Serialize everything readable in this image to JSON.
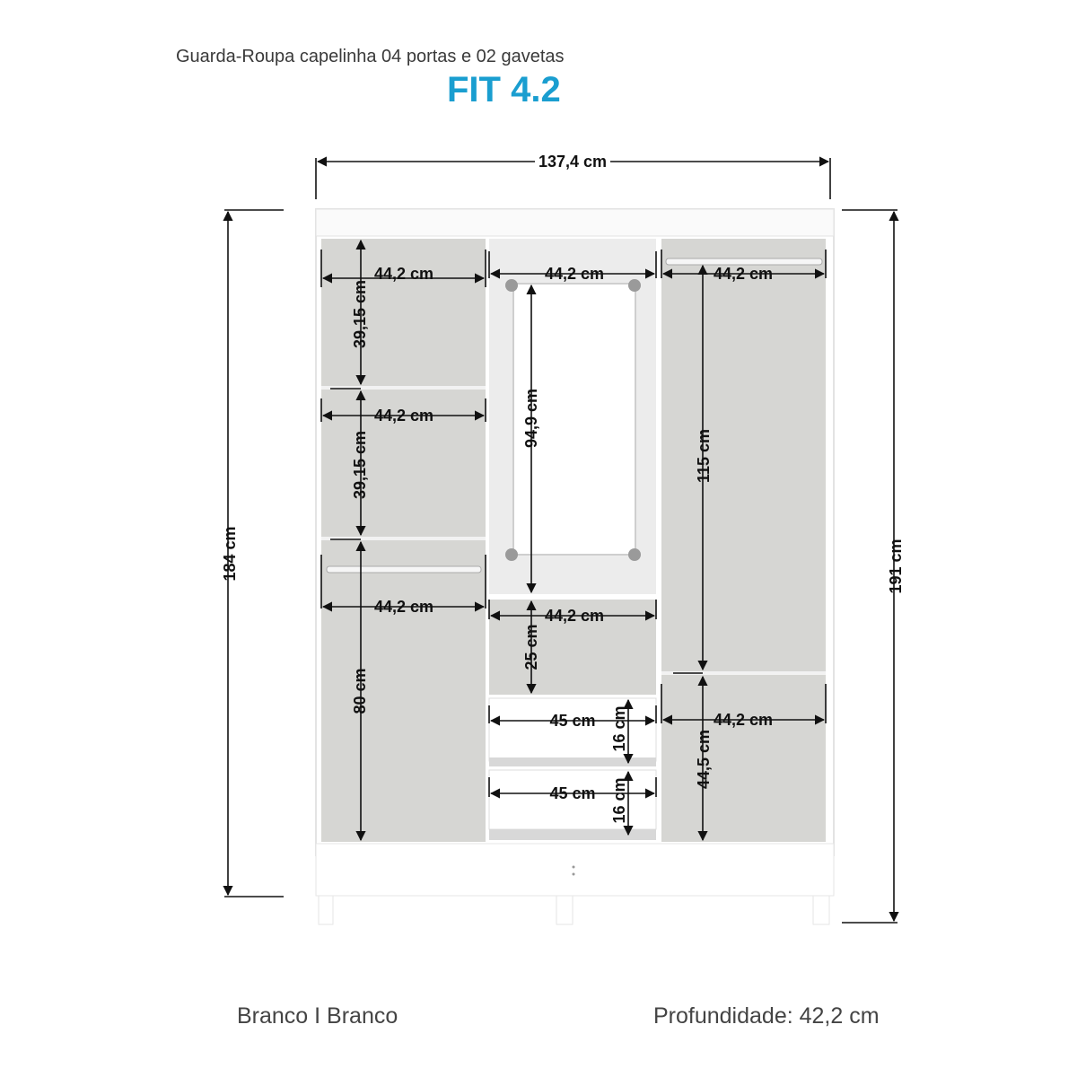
{
  "header": {
    "subtitle": "Guarda-Roupa capelinha 04 portas e 02 gavetas",
    "model": "FIT 4.2"
  },
  "footer": {
    "finish": "Branco I Branco",
    "depth": "Profundidade: 42,2 cm"
  },
  "colors": {
    "brand": "#1a9ed0",
    "interior": "#d6d6d3",
    "cabinet": "#ffffff",
    "dimension_line": "#111111"
  },
  "dimensions": {
    "overall_width": "137,4 cm",
    "body_height": "184 cm",
    "total_height": "191 cm",
    "left_top_width": "44,2 cm",
    "left_top_height": "39,15 cm",
    "left_mid_width": "44,2 cm",
    "left_mid_height": "39,15 cm",
    "left_bottom_width": "44,2 cm",
    "left_bottom_height": "80 cm",
    "center_top_width": "44,2 cm",
    "mirror_height": "94,9 cm",
    "center_niche_width": "44,2 cm",
    "center_niche_height": "25 cm",
    "drawer1_width": "45 cm",
    "drawer1_height": "16 cm",
    "drawer2_width": "45 cm",
    "drawer2_height": "16 cm",
    "right_top_width": "44,2 cm",
    "right_top_height": "115 cm",
    "right_bottom_width": "44,2 cm",
    "right_bottom_height": "44,5 cm"
  }
}
